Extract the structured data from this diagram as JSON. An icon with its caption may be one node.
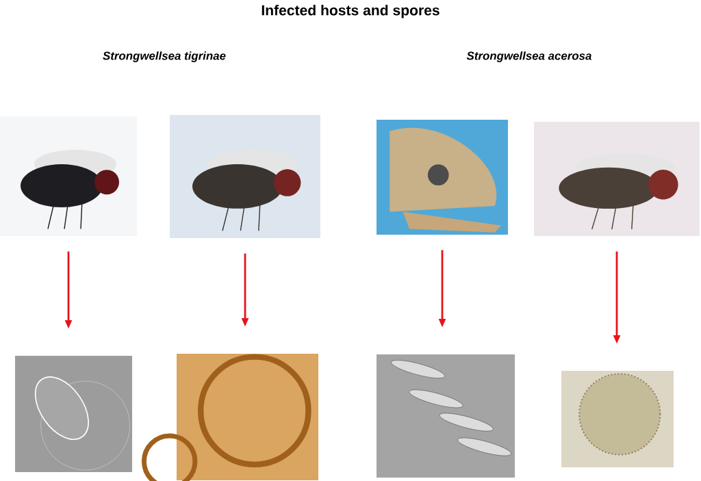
{
  "diagram": {
    "title": "Infected hosts and spores",
    "nodes": [
      {
        "text": [],
        "shape": "picture"
      },
      {
        "text": [],
        "shape": "picture"
      },
      {
        "text": [],
        "shape": "picture"
      },
      {
        "text": [],
        "shape": "picture"
      },
      {
        "text": [],
        "shape": "picture"
      },
      {
        "text": [],
        "shape": "picture"
      },
      {
        "text": [],
        "shape": "picture"
      },
      {
        "text": [],
        "shape": "picture"
      }
    ],
    "edges": [
      {
        "from": 0,
        "to": 4,
        "arrow": "to"
      },
      {
        "from": 1,
        "to": 5,
        "arrow": "to"
      },
      {
        "from": 2,
        "to": 6,
        "arrow": "to"
      },
      {
        "from": 3,
        "to": 7,
        "arrow": "to"
      }
    ],
    "labels": [
      "Strongwellsea tigrinae",
      "Strongwellsea acerosa"
    ]
  }
}
